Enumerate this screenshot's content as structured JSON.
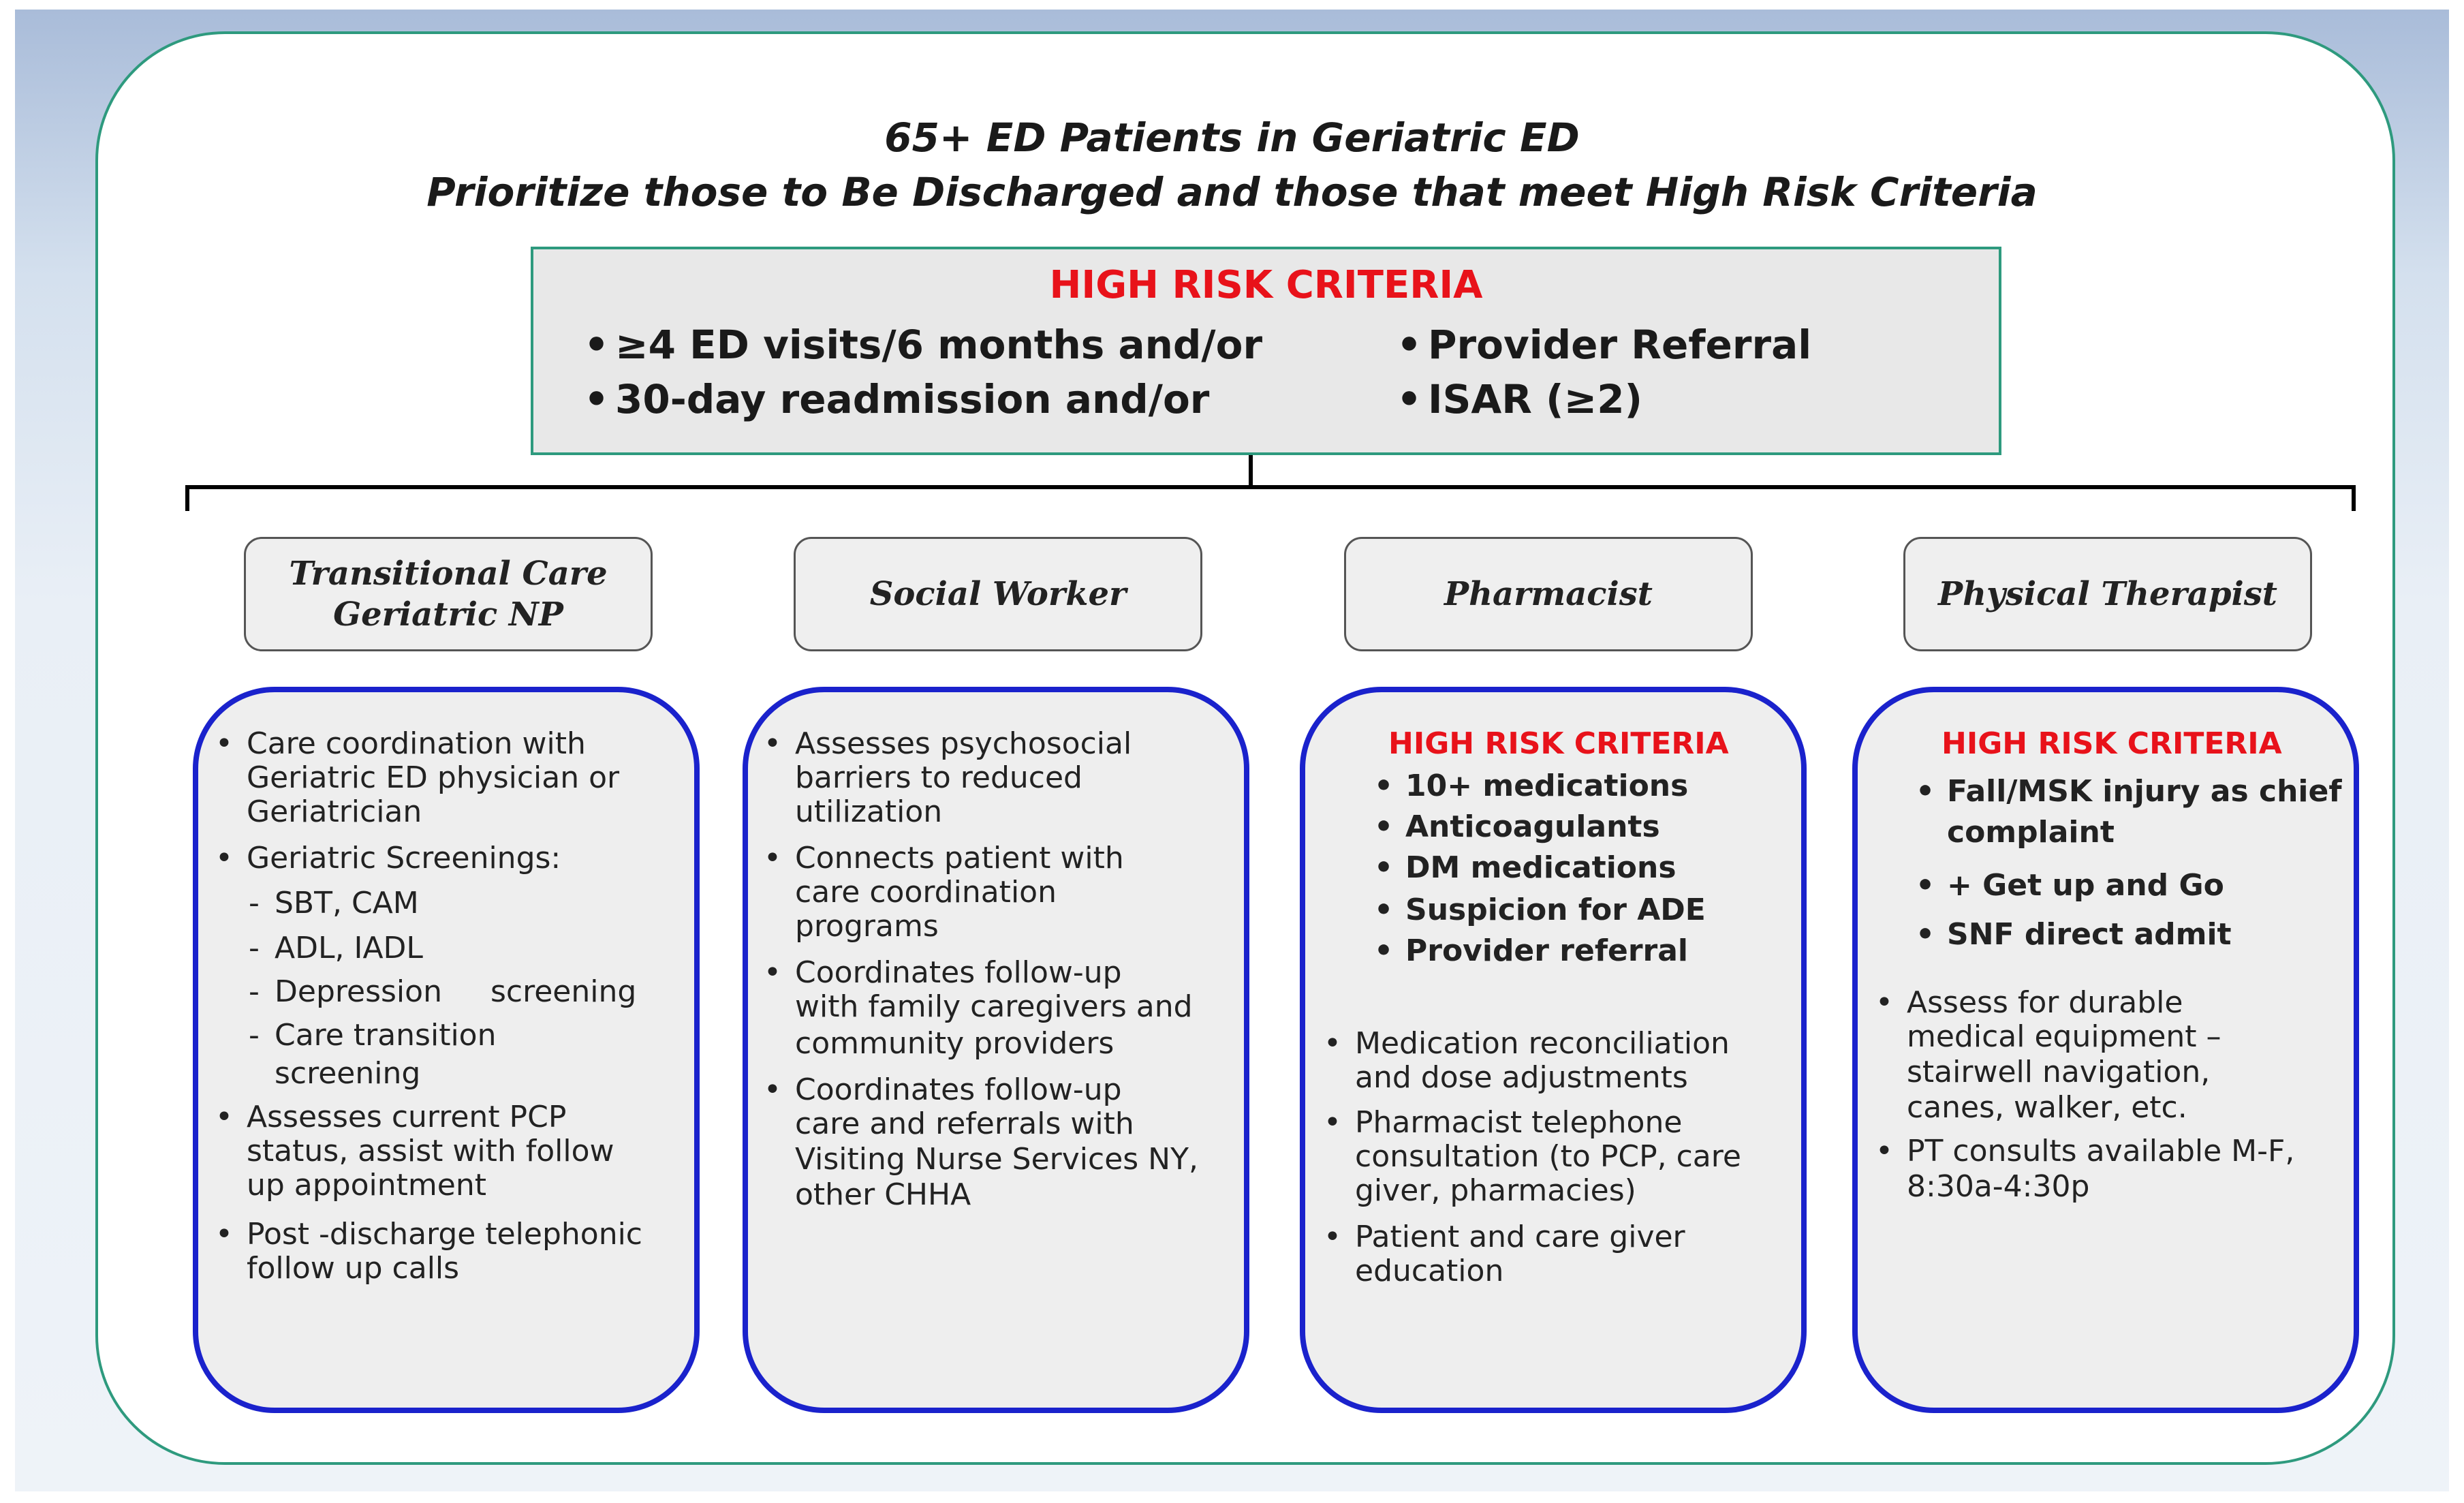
{
  "header": {
    "title_line1": "65+ ED Patients in Geriatric ED",
    "title_line2": "Prioritize those to Be Discharged and those that meet High Risk Criteria"
  },
  "criteria": {
    "title": "HIGH RISK CRITERIA",
    "left": [
      "≥4 ED visits/6 months and/or",
      "30-day readmission and/or"
    ],
    "right": [
      "Provider Referral",
      "ISAR (≥2)"
    ]
  },
  "roles": [
    {
      "label": "Transitional Care\nGeriatric NP"
    },
    {
      "label": "Social Worker"
    },
    {
      "label": "Pharmacist"
    },
    {
      "label": "Physical Therapist"
    }
  ],
  "cards": {
    "np": {
      "b1": [
        "Care coordination with",
        "Geriatric ED physician or",
        "Geriatrician"
      ],
      "b2": "Geriatric Screenings:",
      "s1": "SBT, CAM",
      "s2": "ADL, IADL",
      "s3a": "Depression",
      "s3b": "screening",
      "s4": [
        "Care transition",
        "screening"
      ],
      "b3": [
        "Assesses current PCP",
        "status, assist with follow",
        "up  appointment"
      ],
      "b4": [
        "Post -discharge telephonic",
        "follow up calls"
      ]
    },
    "sw": {
      "b1": [
        "Assesses psychosocial",
        "barriers to reduced",
        "utilization"
      ],
      "b2": [
        "Connects patient with",
        "care coordination",
        "programs"
      ],
      "b3": [
        "Coordinates follow-up",
        "with family caregivers and",
        "community providers"
      ],
      "b4": [
        "Coordinates follow-up",
        "care and referrals with",
        "Visiting Nurse Services NY,",
        "other CHHA"
      ]
    },
    "pharm": {
      "title": "HIGH RISK CRITERIA",
      "crit": [
        "10+ medications",
        "Anticoagulants",
        "DM medications",
        "Suspicion for ADE",
        "Provider referral"
      ],
      "b1": [
        "Medication reconciliation",
        "and dose adjustments"
      ],
      "b2": [
        "Pharmacist telephone",
        "consultation (to PCP, care",
        "giver, pharmacies)"
      ],
      "b3": [
        "Patient and care giver",
        "education"
      ]
    },
    "pt": {
      "title": "HIGH RISK CRITERIA",
      "c1": [
        "Fall/MSK injury as chief",
        "complaint"
      ],
      "c2": "+ Get up and Go",
      "c3": "SNF direct admit",
      "b1": [
        "Assess for durable",
        "medical equipment –",
        "stairwell navigation,",
        "canes, walker, etc."
      ],
      "b2": [
        "PT consults available M-F,",
        "8:30a-4:30p"
      ]
    }
  },
  "colors": {
    "accent_red": "#e8121a",
    "card_border": "#1a22cc",
    "frame_border": "#2e9a7e"
  }
}
